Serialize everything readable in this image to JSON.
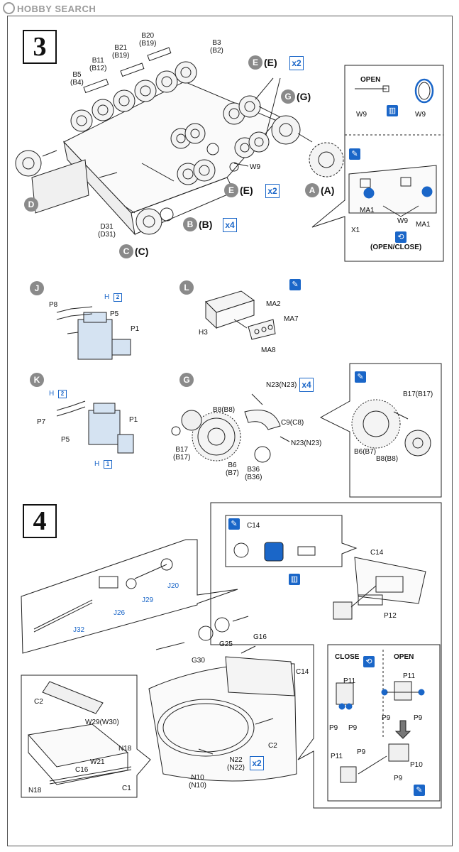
{
  "watermark": {
    "text": "HOBBY SEARCH"
  },
  "steps": {
    "step3": "3",
    "step4": "4"
  },
  "step3": {
    "labels": {
      "B20": "B20\n(B19)",
      "B3": "B3\n(B2)",
      "B21": "B21\n(B19)",
      "B11": "B11\n(B12)",
      "B5": "B5\n(B4)",
      "W9": "W9",
      "D31": "D31\n(D31)"
    },
    "callouts": {
      "E_top": {
        "letter": "E",
        "paren": "(E)",
        "mult": "x2"
      },
      "G_top": {
        "letter": "G",
        "paren": "(G)"
      },
      "A": {
        "letter": "A",
        "paren": "(A)"
      },
      "E_mid": {
        "letter": "E",
        "paren": "(E)",
        "mult": "x2"
      },
      "B": {
        "letter": "B",
        "paren": "(B)",
        "mult": "x4"
      },
      "C": {
        "letter": "C",
        "paren": "(C)"
      },
      "D": {
        "letter": "D"
      }
    },
    "inset": {
      "open_title": "OPEN",
      "w9_left": "W9",
      "w9_right": "W9",
      "ma1_left": "MA1",
      "x1": "X1",
      "w9_bottom": "W9",
      "ma1_right": "MA1",
      "open_close": "(OPEN/CLOSE)"
    }
  },
  "sub_j": {
    "letter": "J",
    "p8": "P8",
    "p5": "P5",
    "p1": "P1",
    "hcode": "H",
    "hnum": "2"
  },
  "sub_l": {
    "letter": "L",
    "ma2": "MA2",
    "ma7": "MA7",
    "h3": "H3",
    "ma8": "MA8"
  },
  "sub_k": {
    "letter": "K",
    "p1": "P1",
    "p7": "P7",
    "p5": "P5",
    "hcode_top": "H",
    "hnum_top": "2",
    "hcode_bot": "H",
    "hnum_bot": "1"
  },
  "sub_g": {
    "letter": "G",
    "n23a": "N23(N23)",
    "mult": "x4",
    "b8": "B8(B8)",
    "c9": "C9(C8)",
    "n23b": "N23(N23)",
    "b17": "B17\n(B17)",
    "b6": "B6\n(B7)",
    "b36": "B36\n(B36)",
    "inset_b17": "B17(B17)",
    "inset_b6": "B6(B7)",
    "inset_b8": "B8(B8)"
  },
  "step4": {
    "c14_inset": "C14",
    "c14_right": "C14",
    "p12": "P12",
    "j20": "J20",
    "j29": "J29",
    "j26": "J26",
    "j32": "J32",
    "g25": "G25",
    "g16": "G16",
    "g30": "G30",
    "c14_hull": "C14",
    "c2_left": "C2",
    "w29": "W29(W30)",
    "n18_right": "N18",
    "c16": "C16",
    "w21": "W21",
    "n18_left": "N18",
    "c1": "C1",
    "c2_right": "C2",
    "n22": "N22\n(N22)",
    "n22_mult": "x2",
    "n10": "N10\n(N10)",
    "close": "CLOSE",
    "open": "OPEN",
    "p11_close": "P11",
    "p11_open": "P11",
    "p9_a": "P9",
    "p9_b": "P9",
    "p9_c": "P9",
    "p9_d": "P9",
    "p11_bottom": "P11",
    "p9_bottom": "P9",
    "p10": "P10",
    "p9_lower": "P9"
  }
}
